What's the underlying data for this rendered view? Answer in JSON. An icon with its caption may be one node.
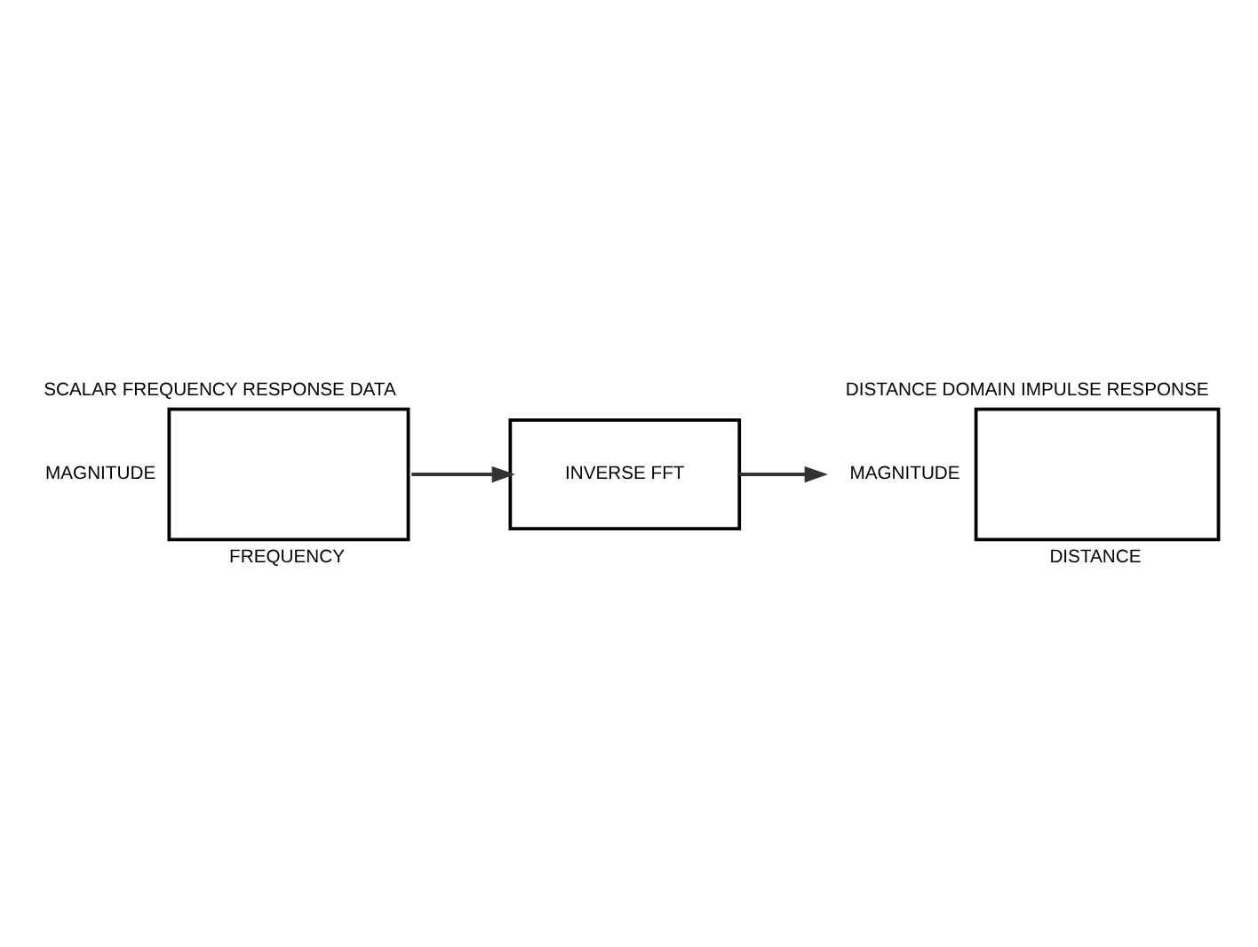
{
  "diagram": {
    "nodes": [
      {
        "text": [
          "SCALAR FREQUENCY RESPONSE DATA"
        ],
        "beside": [
          "MAGNITUDE",
          "FREQUENCY"
        ]
      },
      {
        "text": [
          "INVERSE FFT"
        ]
      },
      {
        "text": [
          "DISTANCE DOMAIN IMPULSE RESPONSE"
        ],
        "beside": [
          "MAGNITUDE",
          "DISTANCE"
        ]
      }
    ],
    "edges": [
      {
        "from": 0,
        "to": 1,
        "arrow": "to"
      },
      {
        "from": 1,
        "to": 2,
        "arrow": "to"
      }
    ]
  }
}
